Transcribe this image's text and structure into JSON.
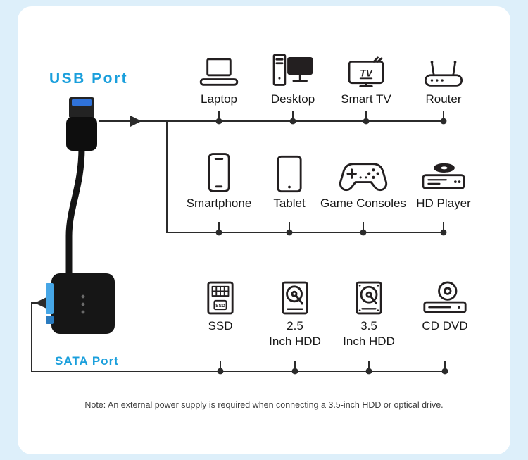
{
  "ports": {
    "usb": "USB Port",
    "sata": "SATA Port"
  },
  "rows": {
    "row1": [
      {
        "label": "Laptop",
        "icon": "laptop-icon"
      },
      {
        "label": "Desktop",
        "icon": "desktop-icon"
      },
      {
        "label": "Smart TV",
        "icon": "smart-tv-icon"
      },
      {
        "label": "Router",
        "icon": "router-icon"
      }
    ],
    "row2": [
      {
        "label": "Smartphone",
        "icon": "smartphone-icon"
      },
      {
        "label": "Tablet",
        "icon": "tablet-icon"
      },
      {
        "label": "Game Consoles",
        "icon": "game-console-icon"
      },
      {
        "label": "HD Player",
        "icon": "hd-player-icon"
      }
    ],
    "row3": [
      {
        "label": "SSD",
        "icon": "ssd-icon"
      },
      {
        "label": "2.5\nInch HDD",
        "icon": "hdd-2-5-icon"
      },
      {
        "label": "3.5\nInch HDD",
        "icon": "hdd-3-5-icon"
      },
      {
        "label": "CD DVD",
        "icon": "cd-dvd-icon"
      }
    ]
  },
  "icon_text": {
    "tv": "TV",
    "ssd": "SSD"
  },
  "note": "Note: An external power supply is required when connecting a 3.5-inch HDD or optical drive.",
  "colors": {
    "background": "#ddeffa",
    "card": "#ffffff",
    "accent": "#1a9fdc",
    "line": "#2b2b2b",
    "usb_blue": "#2f72d9",
    "sata_blue": "#46a6e6"
  }
}
